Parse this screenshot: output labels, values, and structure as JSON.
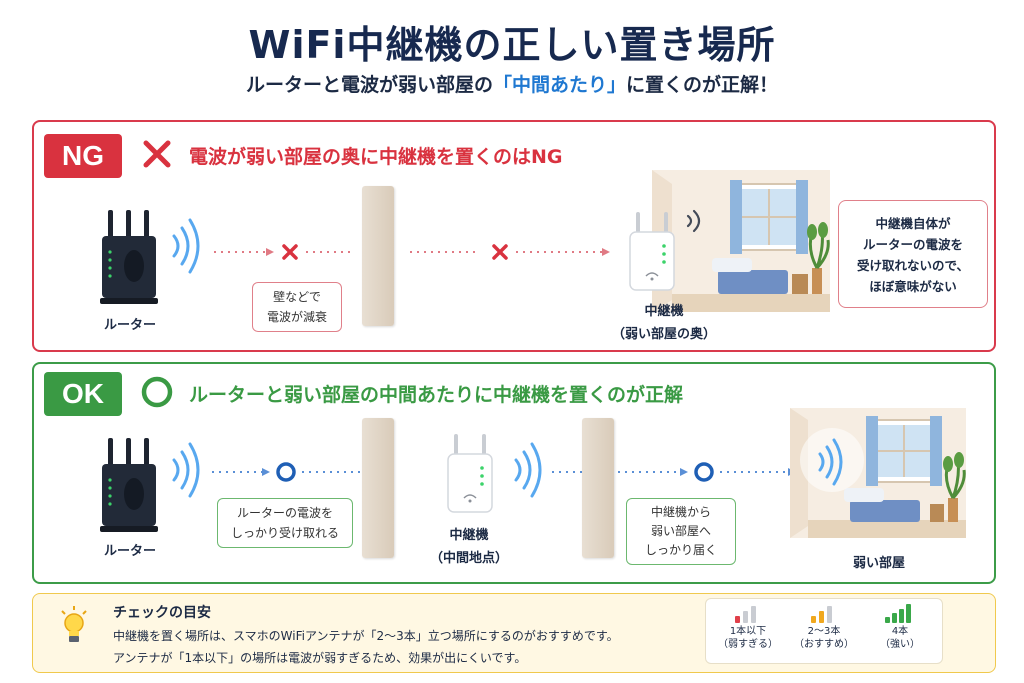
{
  "title": "WiFi中継機の正しい置き場所",
  "subtitle": {
    "before": "ルーターと電波が弱い部屋の",
    "highlight": "「中間あたり」",
    "after": "に置くのが正解！"
  },
  "ng": {
    "badge": "NG",
    "heading": "電波が弱い部屋の奥に中継機を置くのはNG",
    "router_label": "ルーター",
    "wall_callout_line1": "壁などで",
    "wall_callout_line2": "電波が減衰",
    "repeater_label_line1": "中継機",
    "repeater_label_line2": "（弱い部屋の奥）",
    "note_line1": "中継機自体が",
    "note_line2": "ルーターの電波を",
    "note_line3": "受け取れないので、",
    "note_line4": "ほぼ意味がない",
    "colors": {
      "accent": "#d9323f"
    }
  },
  "ok": {
    "badge": "OK",
    "heading": "ルーターと弱い部屋の中間あたりに中継機を置くのが正解",
    "router_label": "ルーター",
    "callout1_line1": "ルーターの電波を",
    "callout1_line2": "しっかり受け取れる",
    "repeater_label_line1": "中継機",
    "repeater_label_line2": "（中間地点）",
    "callout2_line1": "中継機から",
    "callout2_line2": "弱い部屋へ",
    "callout2_line3": "しっかり届く",
    "room_label": "弱い部屋",
    "colors": {
      "accent": "#3a9a44"
    }
  },
  "tips": {
    "title": "チェックの目安",
    "line1": "中継機を置く場所は、スマホのWiFiアンテナが「2〜3本」立つ場所にするのがおすすめです。",
    "line2": "アンテナが「1本以下」の場所は電波が弱すぎるため、効果が出にくいです。",
    "signals": [
      {
        "label": "1本以下",
        "note": "（弱すぎる）",
        "bars": 1,
        "color": "#e0404a"
      },
      {
        "label": "2〜3本",
        "note": "（おすすめ）",
        "bars": 2,
        "color": "#f0a81e"
      },
      {
        "label": "4本",
        "note": "（強い）",
        "bars": 4,
        "color": "#3aa84a"
      }
    ]
  }
}
